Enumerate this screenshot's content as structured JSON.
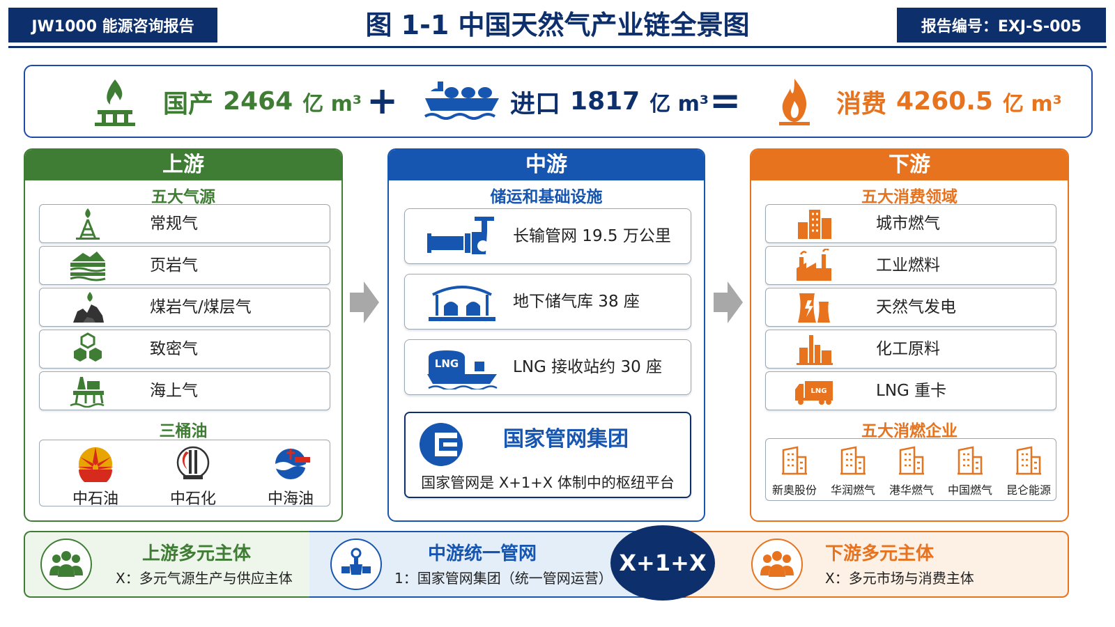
{
  "header": {
    "left_badge": "JW1000 能源咨询报告",
    "title": "图 1-1 中国天然气产业链全景图",
    "report_no": "报告编号：EXJ-S-005"
  },
  "summary": {
    "domestic_label": "国产",
    "domestic_value": "2464",
    "imports_label": "进口",
    "imports_value": "1817",
    "consumption_label": "消费",
    "consumption_value": "4260.5",
    "unit": "亿 m³",
    "plus": "+",
    "equals": "="
  },
  "upstream": {
    "title": "上游",
    "sources_title": "五大气源",
    "sources": [
      {
        "label": "常规气",
        "icon": "gas-rig-icon"
      },
      {
        "label": "页岩气",
        "icon": "shale-layers-icon"
      },
      {
        "label": "煤岩气/煤层气",
        "icon": "coal-pile-icon"
      },
      {
        "label": "致密气",
        "icon": "hexagon-cluster-icon"
      },
      {
        "label": "海上气",
        "icon": "offshore-platform-icon"
      }
    ],
    "majors_title": "三桶油",
    "majors": [
      {
        "label": "中石油",
        "icon": "cnpc-logo"
      },
      {
        "label": "中石化",
        "icon": "sinopec-logo"
      },
      {
        "label": "中海油",
        "icon": "cnooc-logo"
      }
    ]
  },
  "midstream": {
    "title": "中游",
    "infra_title": "储运和基础设施",
    "items": [
      {
        "label": "长输管网 19.5 万公里",
        "icon": "pipeline-valve-icon"
      },
      {
        "label": "地下储气库 38 座",
        "icon": "underground-storage-icon"
      },
      {
        "label": "LNG 接收站约 30 座",
        "icon": "lng-carrier-icon",
        "badge": "LNG"
      }
    ],
    "pipechina_name": "国家管网集团",
    "pipechina_desc": "国家管网是 X+1+X 体制中的枢纽平台"
  },
  "downstream": {
    "title": "下游",
    "sectors_title": "五大消费领域",
    "sectors": [
      {
        "label": "城市燃气",
        "icon": "city-buildings-icon"
      },
      {
        "label": "工业燃料",
        "icon": "factory-icon"
      },
      {
        "label": "天然气发电",
        "icon": "power-plant-icon"
      },
      {
        "label": "化工原料",
        "icon": "chemical-plant-icon"
      },
      {
        "label": "LNG 重卡",
        "icon": "lng-truck-icon",
        "badge": "LNG"
      }
    ],
    "enterprises_title": "五大消燃企业",
    "enterprises": [
      "新奥股份",
      "华润燃气",
      "港华燃气",
      "中国燃气",
      "昆仑能源"
    ]
  },
  "bottom": {
    "up_title": "上游多元主体",
    "up_text": "X：多元气源生产与供应主体",
    "mid_title": "中游统一管网",
    "mid_text": "1：国家管网集团（统一管网运营）",
    "center": "X+1+X",
    "down_title": "下游多元主体",
    "down_text": "X：多元市场与消费主体"
  },
  "colors": {
    "navy": "#0d2f6b",
    "green": "#3f7d35",
    "blue": "#1756b0",
    "orange": "#e8731f"
  }
}
